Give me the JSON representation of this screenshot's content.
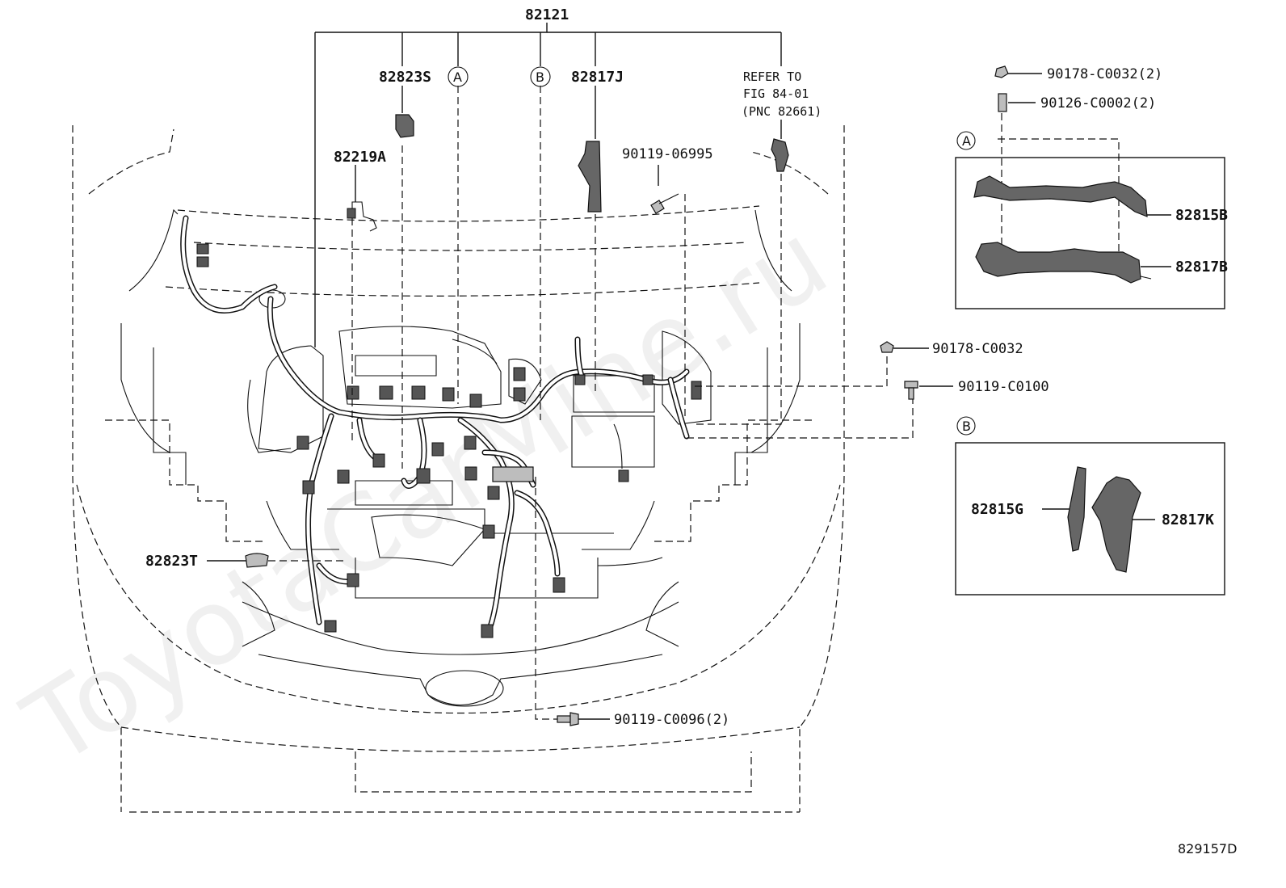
{
  "labels": {
    "main_harness": "82121",
    "clamp_82823S": "82823S",
    "callout_a": "A",
    "callout_b": "B",
    "clamp_82817J": "82817J",
    "refer_line1": "REFER TO",
    "refer_line2": "FIG 84-01",
    "refer_line3": "(PNC 82661)",
    "wire_82219A": "82219A",
    "bolt_90119_06995": "90119-06995",
    "nut_90178_C0032_2": "90178-C0032(2)",
    "stud_90126_C0002_2": "90126-C0002(2)",
    "cover_82815B": "82815B",
    "cover_82817B": "82817B",
    "nut_90178_C0032": "90178-C0032",
    "bolt_90119_C0100": "90119-C0100",
    "cover_82815G": "82815G",
    "cover_82817K": "82817K",
    "clamp_82823T": "82823T",
    "bolt_90119_C0096_2": "90119-C0096(2)",
    "figure_ref": "829157D",
    "watermark": "ToyotaCarMine.ru"
  },
  "icons": {
    "callout_circle": "circle-letter-icon",
    "bolt": "bolt-icon",
    "nut": "nut-icon",
    "clamp": "clamp-icon"
  }
}
